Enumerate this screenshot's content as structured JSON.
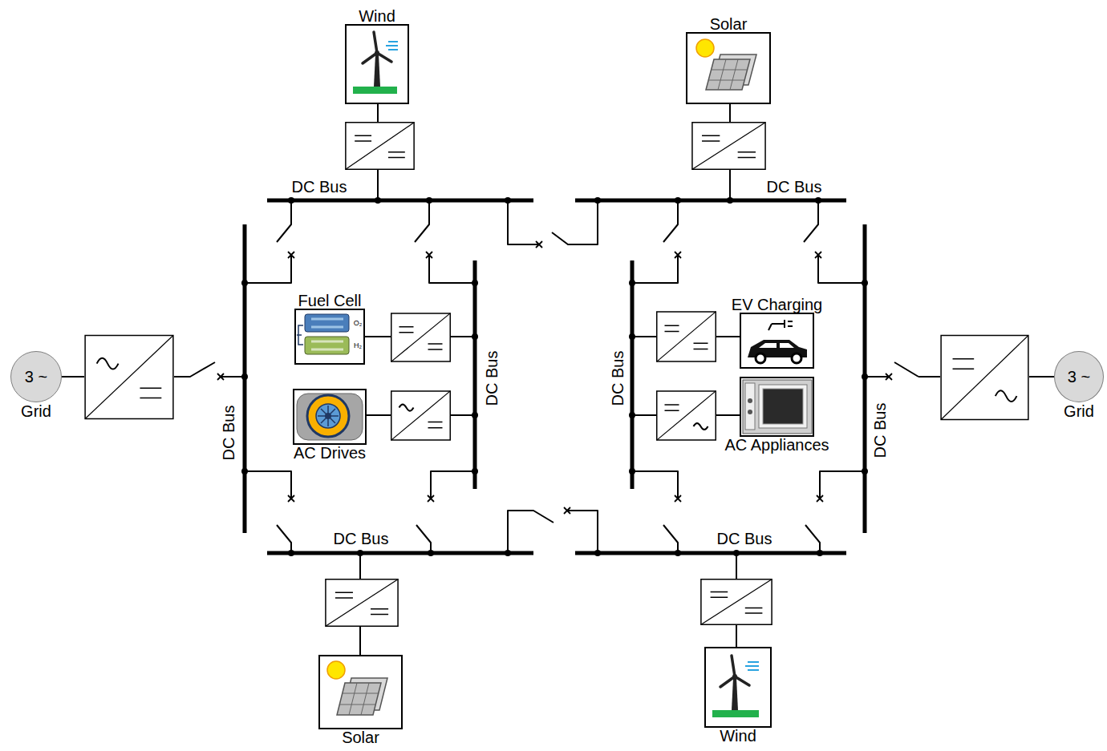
{
  "diagram": {
    "nodes": [
      {
        "text": [
          "Wind"
        ]
      },
      {
        "text": [
          "Solar"
        ]
      },
      {
        "text": [
          "3 ~",
          "Grid"
        ]
      },
      {
        "text": [
          "Fuel Cell"
        ]
      },
      {
        "text": [
          "EV Charging"
        ]
      },
      {
        "text": [
          "3 ~",
          "Grid"
        ]
      },
      {
        "text": [
          "AC Drives"
        ]
      },
      {
        "text": [
          "AC Appliances"
        ]
      },
      {
        "text": [
          "Solar"
        ]
      },
      {
        "text": [
          "Wind"
        ]
      }
    ],
    "labels": [
      "DC Bus",
      "DC Bus",
      "DC Bus",
      "DC Bus",
      "DC Bus",
      "DC Bus",
      "DC Bus",
      "DC Bus",
      "O₂",
      "H₂"
    ]
  }
}
